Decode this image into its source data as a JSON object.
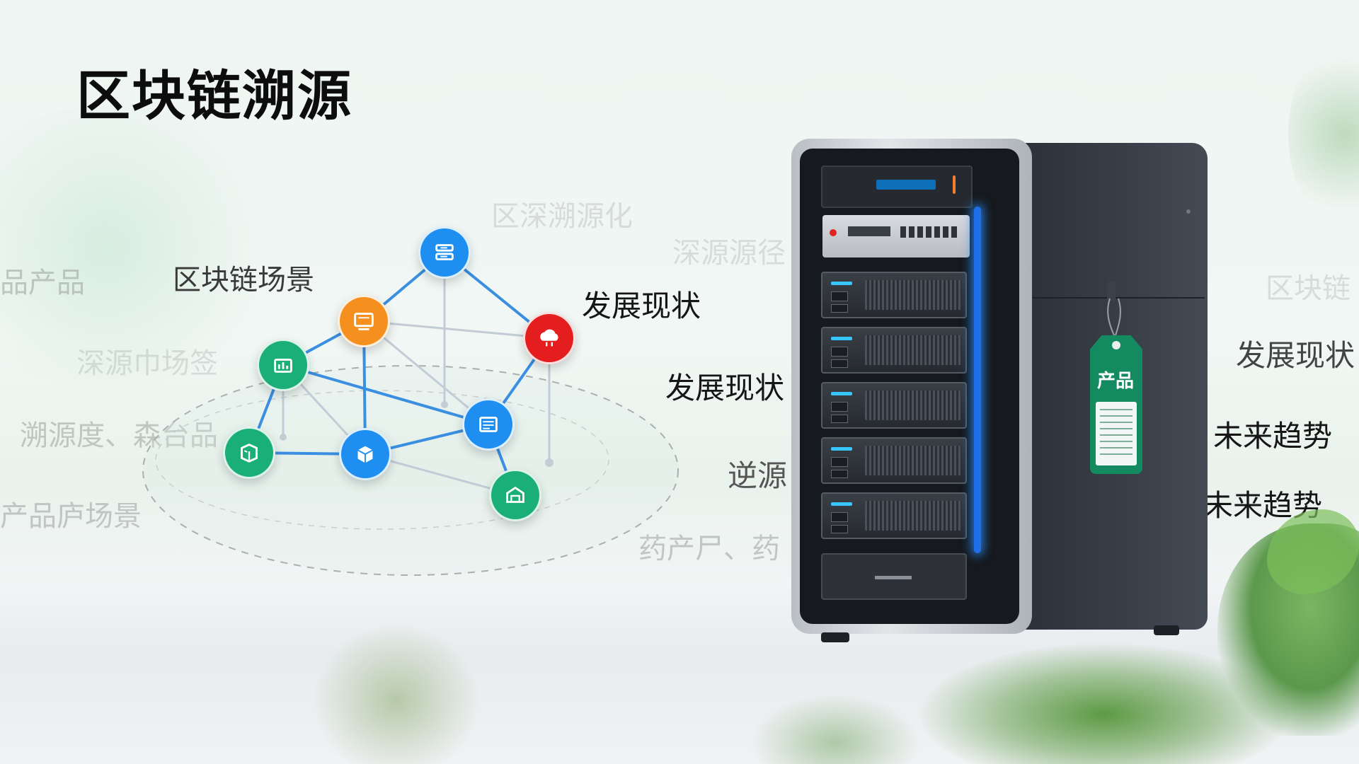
{
  "slide": {
    "title": "区块链溯源",
    "labels": {
      "blockchain_scene": "区块链场景",
      "dev_status_1": "发展现状",
      "dev_status_2": "发展现状",
      "dev_status_3": "发展现状",
      "future_trend_1": "未来趋势",
      "future_trend_2": "未来趋势",
      "trace": "逆源",
      "faint_products": "品产品",
      "faint_market_tag": "深源巾场签",
      "faint_trace_degree": "溯源度、森台品",
      "faint_product_scene": "产品庐场景",
      "faint_top": "区深溯源化",
      "faint_source_path": "深源源径",
      "faint_right_chain": "区块链",
      "faint_medicine": "药产尸、药"
    },
    "tag_label": "产品"
  },
  "colors": {
    "blue": "#1e8ef0",
    "orange": "#f5901f",
    "red": "#e41e1e",
    "green": "#1aae78",
    "server_body": "#2b3038",
    "tag_green": "#138a5f"
  },
  "icons": {
    "node_top": "server-icon",
    "node_orange": "monitor-icon",
    "node_red": "cloud-icon",
    "node_green_left": "chart-icon",
    "node_green_bottom": "box-icon",
    "node_blue_center": "cube-icon",
    "node_blue_right": "document-icon",
    "node_green_right": "package-icon"
  }
}
